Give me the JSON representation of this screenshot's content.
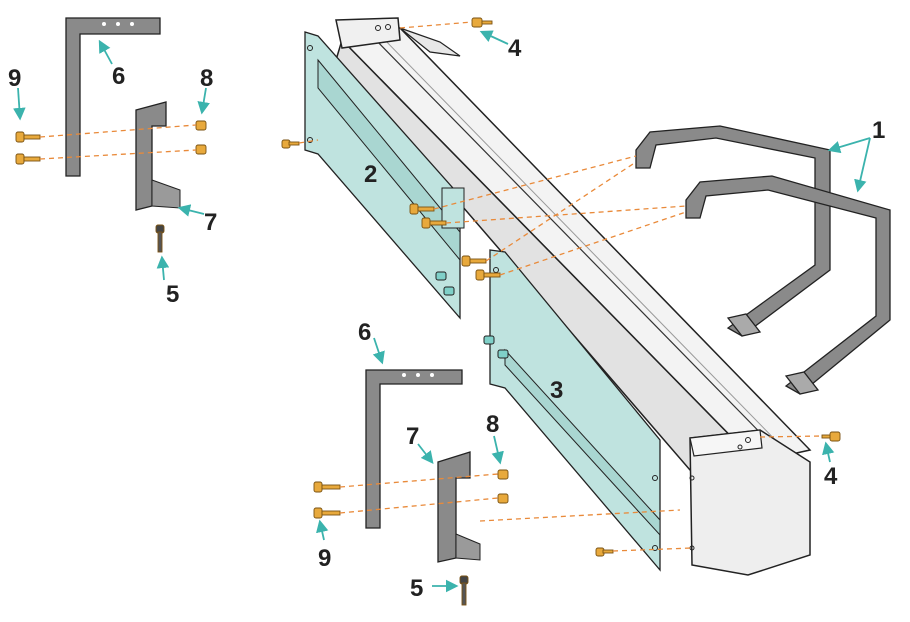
{
  "callouts": {
    "c1": "1",
    "c2": "2",
    "c3": "3",
    "c4a": "4",
    "c4b": "4",
    "c5a": "5",
    "c5b": "5",
    "c6a": "6",
    "c6b": "6",
    "c7a": "7",
    "c7b": "7",
    "c8a": "8",
    "c8b": "8",
    "c9a": "9",
    "c9b": "9"
  },
  "colors": {
    "arrow": "#3bb3ad",
    "panel": "#bfe3df",
    "housing": "#ececec",
    "bracket": "#8a8a8a",
    "bolt": "#e8a93c",
    "guide": "#e98a3a",
    "outline": "#222222"
  }
}
